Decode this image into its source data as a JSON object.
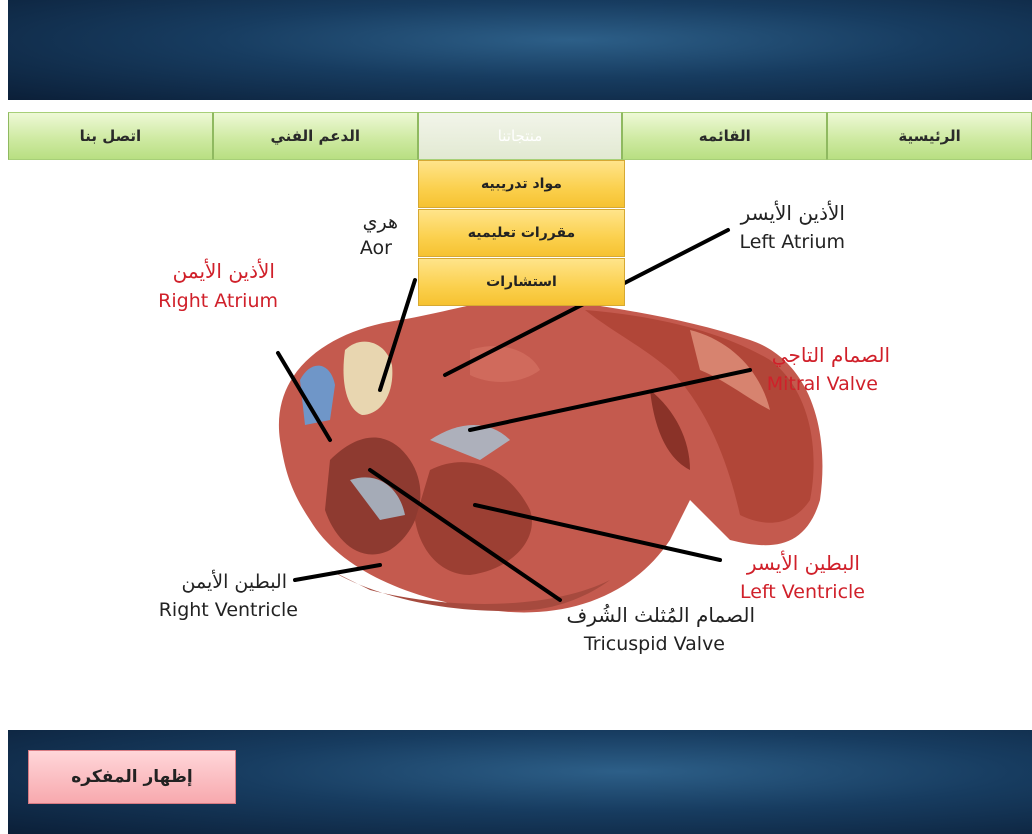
{
  "nav": {
    "items": [
      {
        "label": "الرئيسية"
      },
      {
        "label": "القائمه"
      },
      {
        "label": "منتجاتنا"
      },
      {
        "label": "الدعم الفني"
      },
      {
        "label": "اتصل بنا"
      }
    ]
  },
  "dropdown": {
    "items": [
      {
        "label": "مواد تدريبيه"
      },
      {
        "label": "مقررات تعليميه"
      },
      {
        "label": "استشارات"
      }
    ]
  },
  "diagram": {
    "labels": {
      "aorta_ar": "هري",
      "aorta_en": "Aor",
      "left_atrium_ar": "الأذين الأيسر",
      "left_atrium_en": "Left Atrium",
      "right_atrium_ar": "الأذين الأيمن",
      "right_atrium_en": "Right Atrium",
      "mitral_ar": "الصمام التاجي",
      "mitral_en": "Mitral Valve",
      "left_ventricle_ar": "البطين الأيسر",
      "left_ventricle_en": "Left Ventricle",
      "right_ventricle_ar": "البطين الأيمن",
      "right_ventricle_en": "Right Ventricle",
      "tricuspid_ar": "الصمام المُثلث الشُرف",
      "tricuspid_en": "Tricuspid Valve"
    }
  },
  "footer": {
    "show_memo_label": "إظهار المفكره"
  },
  "colors": {
    "label_red": "#d0202a",
    "label_dark": "#222222",
    "nav_green": "#cfeaa3",
    "dropdown_yellow": "#fbd04d",
    "header_blue": "#173c60",
    "button_pink": "#f7a9ae"
  }
}
